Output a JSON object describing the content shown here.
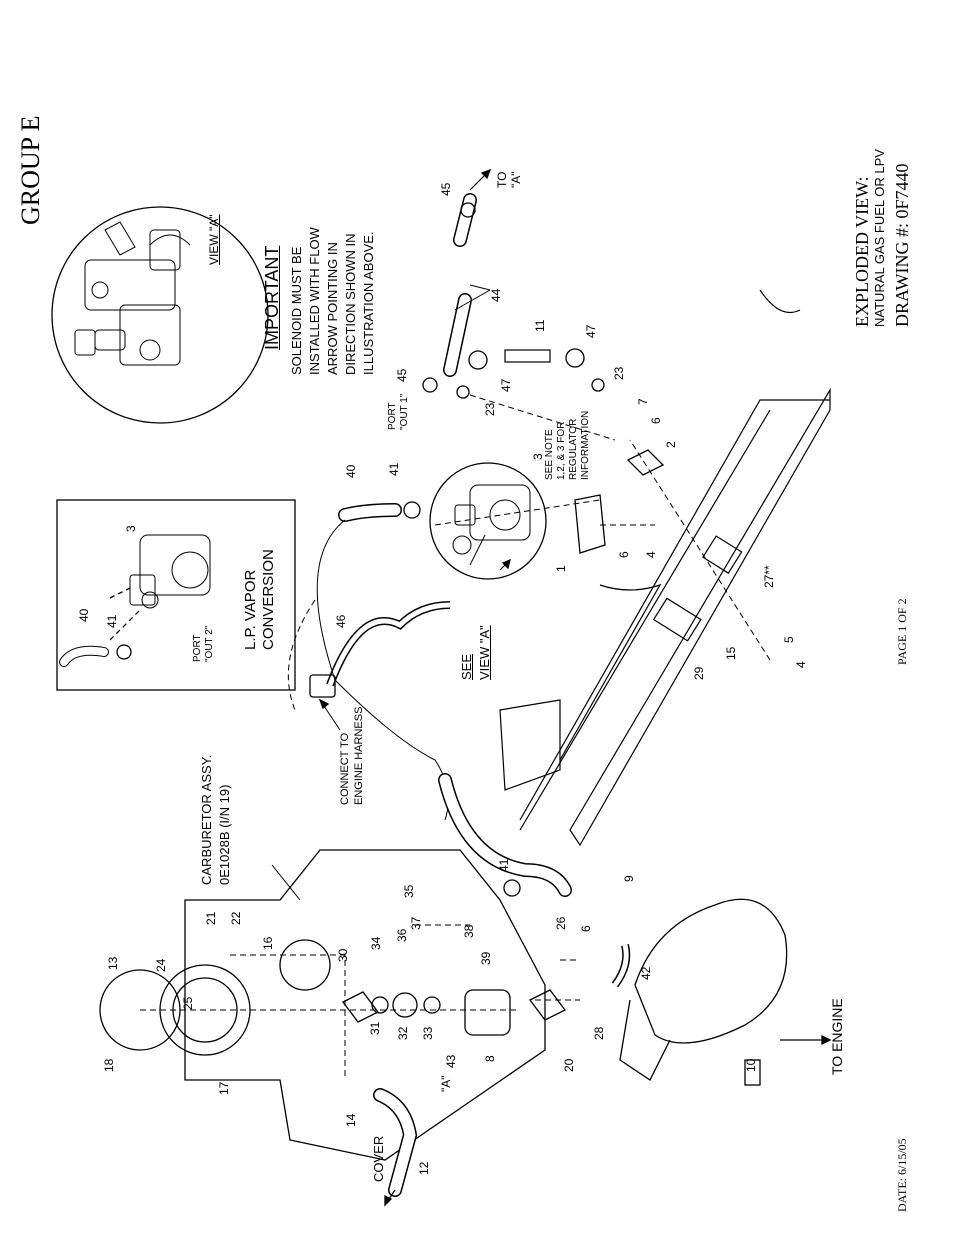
{
  "header": {
    "group": "GROUP E"
  },
  "title_block": {
    "line1": "EXPLODED VIEW:",
    "line2": "NATURAL GAS FUEL OR LPV",
    "line3": "DRAWING #: 0F7440"
  },
  "footer": {
    "page": "PAGE 1 OF 2",
    "date": "DATE:  6/15/05"
  },
  "notes": {
    "important_heading": "IMPORTANT",
    "important_lines": [
      "SOLENOID MUST BE",
      "INSTALLED WITH FLOW",
      "ARROW POINTING IN",
      "DIRECTION SHOWN IN",
      "ILLUSTRATION ABOVE."
    ],
    "view_a": "VIEW \"A\"",
    "see": "SEE",
    "see_view_a": "VIEW \"A\"",
    "see_note_lines": [
      "SEE NOTE",
      "1,2, & 3 FOR",
      "REGULATOR",
      "INFORMATION"
    ],
    "lp_lines": [
      "L.P. VAPOR",
      "CONVERSION"
    ],
    "port_out2": [
      "PORT",
      "\"OUT 2\""
    ],
    "port_out1": [
      "PORT",
      "\"OUT 1\""
    ],
    "carb_lines": [
      "CARBURETOR ASSY.",
      "0E1028B (I/N 19)"
    ],
    "connect_lines": [
      "CONNECT TO",
      "ENGINE HARNESS"
    ],
    "to_engine": "TO ENGINE",
    "cover": "COVER",
    "to_a": [
      "TO",
      "\"A\""
    ],
    "a_mark": "\"A\""
  },
  "callouts": {
    "n3a": "3",
    "n40a": "40",
    "n41a": "41",
    "n45a": "45",
    "n44": "44",
    "n11": "11",
    "n47a": "47",
    "n47b": "47",
    "n45b": "45",
    "n23a": "23",
    "n23b": "23",
    "n7": "7",
    "n6a": "6",
    "n2": "2",
    "n3b": "3",
    "n41b": "41",
    "n40b": "40",
    "n46": "46",
    "n1": "1",
    "n6b": "6",
    "n4a": "4",
    "n27": "27**",
    "n15": "15",
    "n5": "5",
    "n4b": "4",
    "n29": "29",
    "n13": "13",
    "n24": "24",
    "n25": "25",
    "n18": "18",
    "n17": "17",
    "n16": "16",
    "n21": "21",
    "n22": "22",
    "n30": "30",
    "n31": "31",
    "n32": "32",
    "n33": "33",
    "n34": "34",
    "n36": "36",
    "n37": "37",
    "n35": "35",
    "n38": "38",
    "n39": "39",
    "n8": "8",
    "n43": "43",
    "n41c": "41",
    "n26": "26",
    "n6c": "6",
    "n9": "9",
    "n42": "42",
    "n28": "28",
    "n20": "20",
    "n10": "10",
    "n14": "14",
    "n12": "12"
  }
}
